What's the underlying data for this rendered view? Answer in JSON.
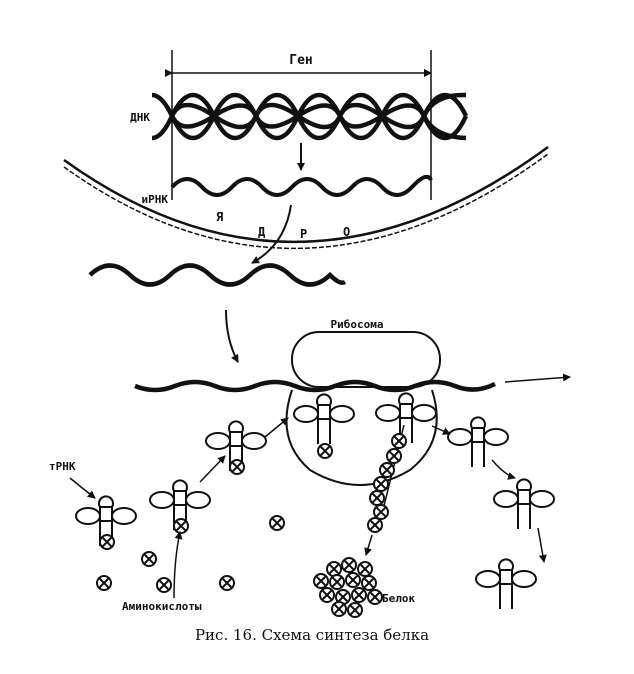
{
  "labels": {
    "gene": "Ген",
    "dna": "ДНК",
    "mrna": "иРНК",
    "nucleus_letters": [
      "Я",
      "Д",
      "Р",
      "О"
    ],
    "ribosome": "Рибосома",
    "trna": "тРНК",
    "amino_acids": "Аминокислоты",
    "protein": "Белок"
  },
  "caption": "Рис. 16. Схема синтеза белка",
  "colors": {
    "ink": "#111111",
    "paper": "#ffffff"
  }
}
